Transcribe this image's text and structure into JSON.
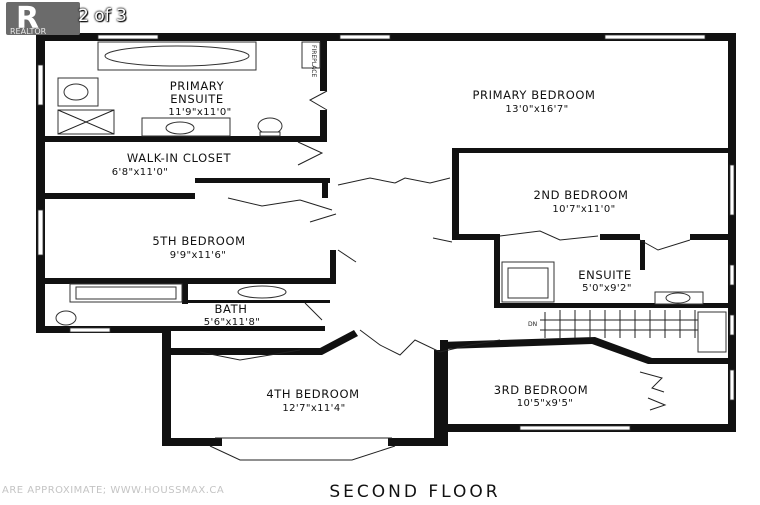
{
  "badge": {
    "logo_letter": "R",
    "logo_caption": "REALTOR",
    "page_counter": "2 of 3"
  },
  "rooms": [
    {
      "id": "primary-ensuite",
      "name_lines": [
        "PRIMARY",
        "ENSUITE"
      ],
      "dimensions": "11'9\"x11'0\""
    },
    {
      "id": "primary-bedroom",
      "name_lines": [
        "PRIMARY BEDROOM"
      ],
      "dimensions": "13'0\"x16'7\""
    },
    {
      "id": "walk-in-closet",
      "name_lines": [
        "WALK-IN CLOSET"
      ],
      "dimensions": "6'8\"x11'0\""
    },
    {
      "id": "2nd-bedroom",
      "name_lines": [
        "2ND BEDROOM"
      ],
      "dimensions": "10'7\"x11'0\""
    },
    {
      "id": "5th-bedroom",
      "name_lines": [
        "5TH BEDROOM"
      ],
      "dimensions": "9'9\"x11'6\""
    },
    {
      "id": "ensuite",
      "name_lines": [
        "ENSUITE"
      ],
      "dimensions": "5'0\"x9'2\""
    },
    {
      "id": "bath",
      "name_lines": [
        "BATH"
      ],
      "dimensions": "5'6\"x11'8\""
    },
    {
      "id": "4th-bedroom",
      "name_lines": [
        "4TH BEDROOM"
      ],
      "dimensions": "12'7\"x11'4\""
    },
    {
      "id": "3rd-bedroom",
      "name_lines": [
        "3RD BEDROOM"
      ],
      "dimensions": "10'5\"x9'5\""
    }
  ],
  "labels": {
    "fireplace": "FIREPLACE",
    "stair_dn": "DN"
  },
  "floor_label": "SECOND FLOOR",
  "footer_note": "ARE APPROXIMATE;        WWW.HOUSSMAX.CA"
}
